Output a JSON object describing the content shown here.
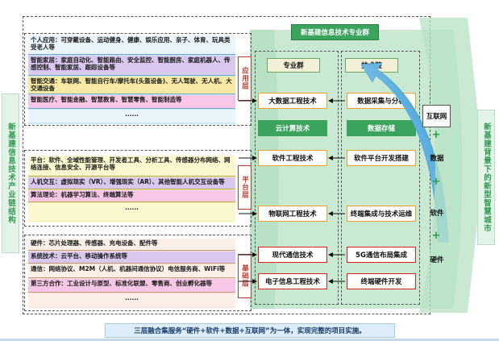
{
  "top_title": "新基建信息技术专业群",
  "left_side_label": "新基建信息技术产业链结构",
  "right_side_label": "新基建背景下的新型智慧城市",
  "bottom_caption": "三层融合集服务“硬件+软件+数据+互联网”为一体，实现完整的项目实施。",
  "layers": {
    "application": "应用层",
    "platform": "平台层",
    "base": "基础层"
  },
  "app_rows": [
    "个人应用：可穿戴设备、运动健身、健康、娱乐应用、亲子、体育、玩具类受老人等",
    "智能家居：家庭自动化、智能路由、安全监控、智能厨房、家庭机器人、传感控制、智能家居、跟踪设备等",
    "智能交通：车联网、智能自行车/摩托车(头盔设备)、无人驾驶、无人机、大交通设备",
    "智能医疗、智能金融、智慧教育、智慧零售、智能制造等",
    "......"
  ],
  "platform_rows": [
    "平台：软件、全域性能管理、开发者工具、分析工具、传感器分布网络、网络连接、信息安全、开源平台等",
    "人机交互：虚拟现实（VR）、增强现实（AR）、其他智能人机交互设备等",
    "算法理论：机器学习算法、终端算法等",
    "......"
  ],
  "base_rows": [
    "硬件：芯片处理器、传感器、充电设备、配件等",
    "系统技术：云平台、移动操作系统等",
    "通信：网络协议、M2M（人机、机器间通信协议）电信服务商、WiFi等",
    "第三方合作：工业设计与原型、标准化联盟、零售商、创业孵化器等",
    "......"
  ],
  "col_headers": {
    "majors": "专业群",
    "tech_chain": "技术链"
  },
  "majors": [
    "大数据工程技术",
    "云计算技术",
    "软件工程技术",
    "物联网工程技术",
    "现代通信技术",
    "电子信息工程技术"
  ],
  "tech_chain": [
    "数据采集与分析",
    "数据存储",
    "软件平台开发搭建",
    "终端集成与技术运维",
    "5G通信布局集成",
    "终端硬件开发"
  ],
  "flow": {
    "items": [
      "互联网",
      "数据",
      "软件",
      "硬件"
    ],
    "plus": "+"
  },
  "colors": {
    "green_band": "#c9e9d2",
    "app_strip": "#c7e8f5",
    "platform_strip": "#f6f1a8",
    "base_strip": "#f7e2d4",
    "orange_border": "#f0a030",
    "red_border": "#d82020",
    "title_green": "#2e9a4e",
    "arrow_blue": "#3aa0d8",
    "caption_bg": "#ddeefa"
  }
}
